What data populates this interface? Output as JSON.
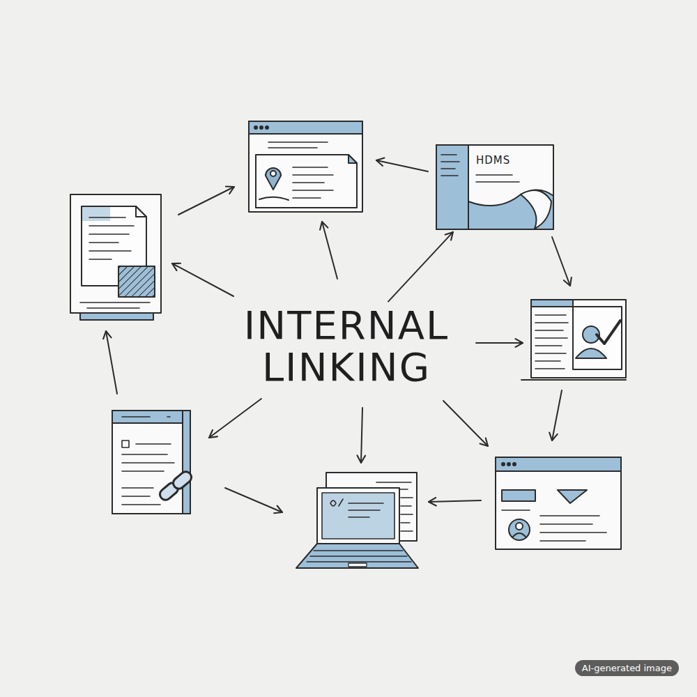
{
  "diagram": {
    "nodes": [
      {
        "text": [
          "INTERNAL LINKING"
        ]
      },
      {
        "text": [
          "HDMS"
        ]
      }
    ],
    "edges": [
      {
        "from": 0,
        "to": 1,
        "arrow": "to"
      }
    ],
    "labels": [
      "AI-generated image"
    ]
  }
}
